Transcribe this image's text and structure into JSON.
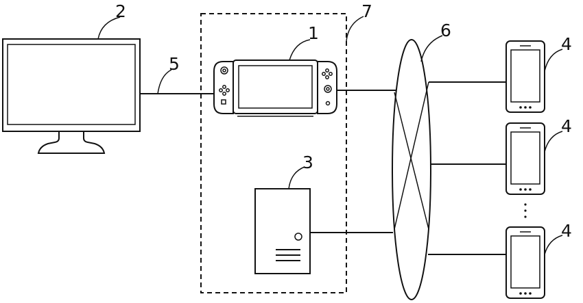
{
  "labels": {
    "console": "1",
    "monitor": "2",
    "server": "3",
    "terminal_a": "4",
    "terminal_b": "4",
    "terminal_c": "4",
    "cable": "5",
    "network": "6",
    "enclosure": "7"
  },
  "colors": {
    "line": "#111111",
    "background": "#ffffff"
  },
  "icons": [
    "monitor-icon",
    "game-console-icon",
    "server-tower-icon",
    "smartphone-icon"
  ]
}
